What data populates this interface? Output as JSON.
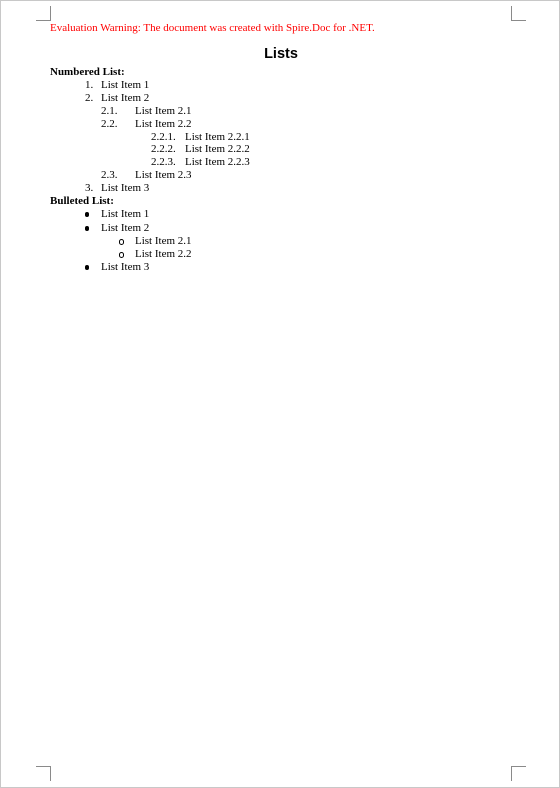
{
  "warning": "Evaluation Warning: The document was created with Spire.Doc for .NET.",
  "title": "Lists",
  "numbered": {
    "heading": "Numbered List:",
    "items": [
      {
        "num": "1.",
        "text": "List Item 1"
      },
      {
        "num": "2.",
        "text": "List Item 2"
      },
      {
        "num": "2.1.",
        "text": "List Item 2.1"
      },
      {
        "num": "2.2.",
        "text": "List Item 2.2"
      },
      {
        "num": "2.2.1.",
        "text": "List Item 2.2.1"
      },
      {
        "num": "2.2.2.",
        "text": "List Item 2.2.2"
      },
      {
        "num": "2.2.3.",
        "text": "List Item 2.2.3"
      },
      {
        "num": "2.3.",
        "text": "List Item 2.3"
      },
      {
        "num": "3.",
        "text": "List Item 3"
      }
    ]
  },
  "bulleted": {
    "heading": "Bulleted List:",
    "items": [
      {
        "text": "List Item 1"
      },
      {
        "text": "List Item 2"
      },
      {
        "text": "List Item 2.1"
      },
      {
        "text": "List Item 2.2"
      },
      {
        "text": "List Item 3"
      }
    ]
  }
}
